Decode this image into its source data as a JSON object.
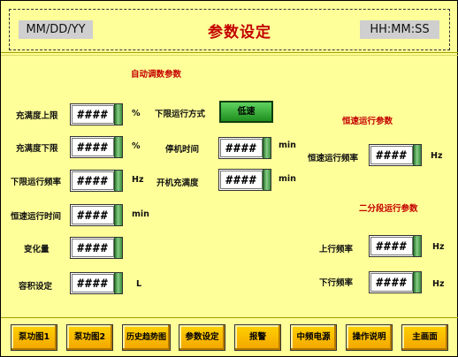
{
  "header": {
    "date_text": "MM/DD/YY",
    "title": "参数设定",
    "time_text": "HH:MM:SS"
  },
  "sections": {
    "auto_params": "自动调数参数",
    "constant_speed_params": "恒速运行参数",
    "two_stage_params": "二分段运行参数"
  },
  "left_params": [
    {
      "label": "充满度上限",
      "value": "####",
      "unit": "%"
    },
    {
      "label": "充满度下限",
      "value": "####",
      "unit": "%"
    },
    {
      "label": "下限运行频率",
      "value": "####",
      "unit": "Hz"
    },
    {
      "label": "恒速运行时间",
      "value": "####",
      "unit": "min"
    },
    {
      "label": "变化量",
      "value": "####",
      "unit": ""
    },
    {
      "label": "容积设定",
      "value": "####",
      "unit": "L"
    }
  ],
  "mid_params": {
    "mode_label": "下限运行方式",
    "mode_button": "低速",
    "stop_time_label": "停机时间",
    "stop_time_value": "####",
    "stop_time_unit": "min",
    "restart_label": "开机充满度",
    "restart_value": "####",
    "restart_unit": "min"
  },
  "right_params": {
    "const_freq_label": "恒速运行频率",
    "const_freq_value": "####",
    "const_freq_unit": "Hz",
    "up_freq_label": "上行频率",
    "up_freq_value": "####",
    "up_freq_unit": "Hz",
    "down_freq_label": "下行频率",
    "down_freq_value": "####",
    "down_freq_unit": "Hz"
  },
  "nav": [
    "泵功图1",
    "泵功图2",
    "历史趋势图",
    "参数设定",
    "报警",
    "中频电源",
    "操作说明",
    "主画面"
  ],
  "colors": {
    "background": "#ffff99",
    "title": "#c40000",
    "section_red": "#c40000",
    "nav_button": "#f7b800",
    "mode_button": "#2aa52a"
  }
}
